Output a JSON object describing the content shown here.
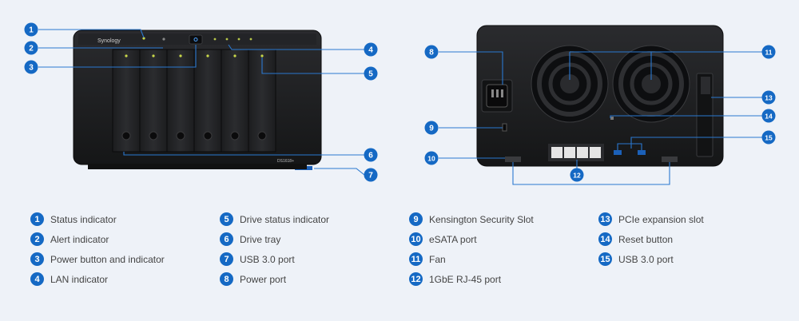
{
  "front": {
    "brand": "Synology",
    "model": "DS1618+"
  },
  "legend": [
    {
      "num": "1",
      "label": "Status indicator"
    },
    {
      "num": "2",
      "label": "Alert indicator"
    },
    {
      "num": "3",
      "label": "Power button and indicator"
    },
    {
      "num": "4",
      "label": "LAN indicator"
    },
    {
      "num": "5",
      "label": "Drive status indicator"
    },
    {
      "num": "6",
      "label": "Drive tray"
    },
    {
      "num": "7",
      "label": "USB 3.0 port"
    },
    {
      "num": "8",
      "label": "Power port"
    },
    {
      "num": "9",
      "label": "Kensington Security Slot"
    },
    {
      "num": "10",
      "label": "eSATA port"
    },
    {
      "num": "11",
      "label": "Fan"
    },
    {
      "num": "12",
      "label": "1GbE RJ-45 port"
    },
    {
      "num": "13",
      "label": "PCIe expansion slot"
    },
    {
      "num": "14",
      "label": "Reset button"
    },
    {
      "num": "15",
      "label": "USB 3.0 port"
    }
  ],
  "colors": {
    "accent": "#1569c4",
    "line": "#2a78d0",
    "device": "#1b1c1e"
  }
}
